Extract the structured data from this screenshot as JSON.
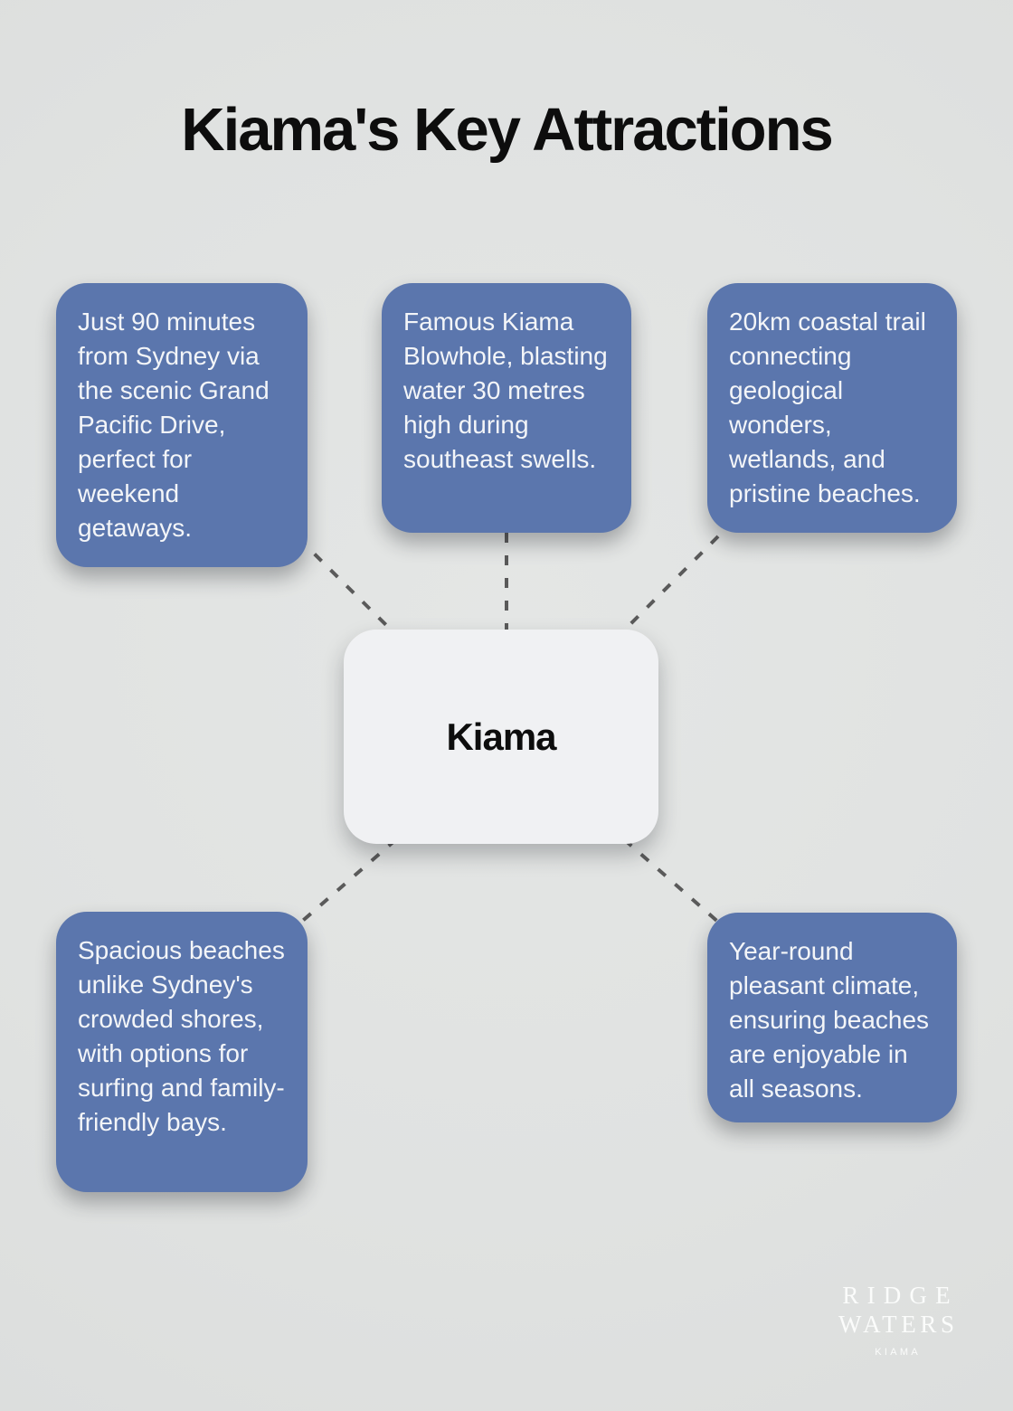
{
  "title": "Kiama's Key Attractions",
  "center_node": {
    "label": "Kiama"
  },
  "nodes": [
    {
      "position": "top-left",
      "text": "Just 90 minutes from Sydney via the scenic Grand Pacific Drive, perfect for weekend getaways."
    },
    {
      "position": "top-middle",
      "text": "Famous Kiama Blowhole, blasting water 30 metres high during southeast swells."
    },
    {
      "position": "top-right",
      "text": "20km coastal trail connecting geological wonders, wetlands, and pristine beaches."
    },
    {
      "position": "bottom-left",
      "text": "Spacious beaches unlike Sydney's crowded shores, with options for surfing and family-friendly bays."
    },
    {
      "position": "bottom-right",
      "text": "Year-round pleasant climate, ensuring beaches are enjoyable in all seasons."
    }
  ],
  "logo": {
    "brand_line1": "RIDGE",
    "brand_line2": "WATERS",
    "brand_subtext": "KIAMA"
  },
  "colors": {
    "background": "#e0e2e1",
    "node_fill": "#5b76ad",
    "node_text": "#f3f5f8",
    "center_fill": "#f0f1f3",
    "center_text": "#0d0d0d",
    "connector": "#5a5a5a",
    "title_color": "#0d0d0d",
    "logo_text": "#fbfcfb"
  }
}
